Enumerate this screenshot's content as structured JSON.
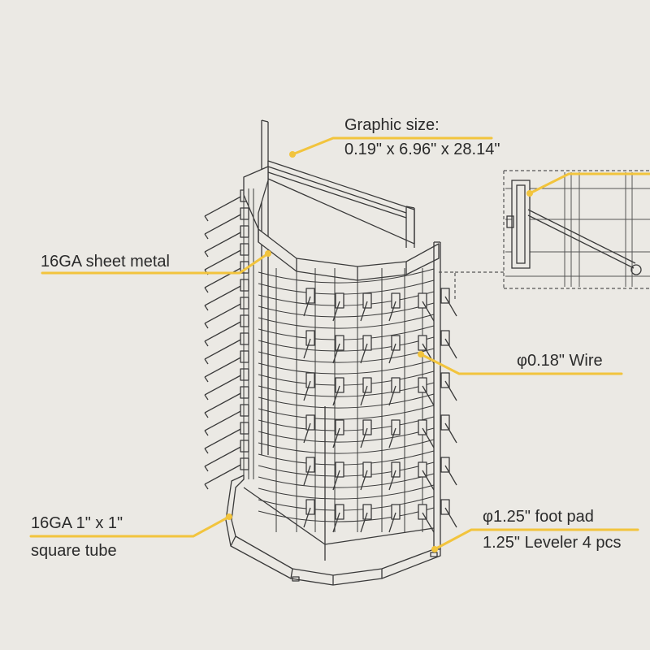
{
  "callouts": {
    "graphic_size_title": "Graphic size:",
    "graphic_size_dims": "0.19\" x 6.96\" x 28.14\"",
    "sheet_metal": "16GA sheet metal",
    "wire": "φ0.18\" Wire",
    "tube_line1": "16GA 1\" x 1\"",
    "tube_line2": "square tube",
    "foot_pad": "φ1.25\" foot pad",
    "leveler": "1.25\" Leveler  4 pcs"
  },
  "colors": {
    "background": "#ebe9e4",
    "drawing_line": "#3a3a3a",
    "leader_line": "#f2c43d",
    "text": "#2b2b2b",
    "detail_box": "#555555"
  }
}
